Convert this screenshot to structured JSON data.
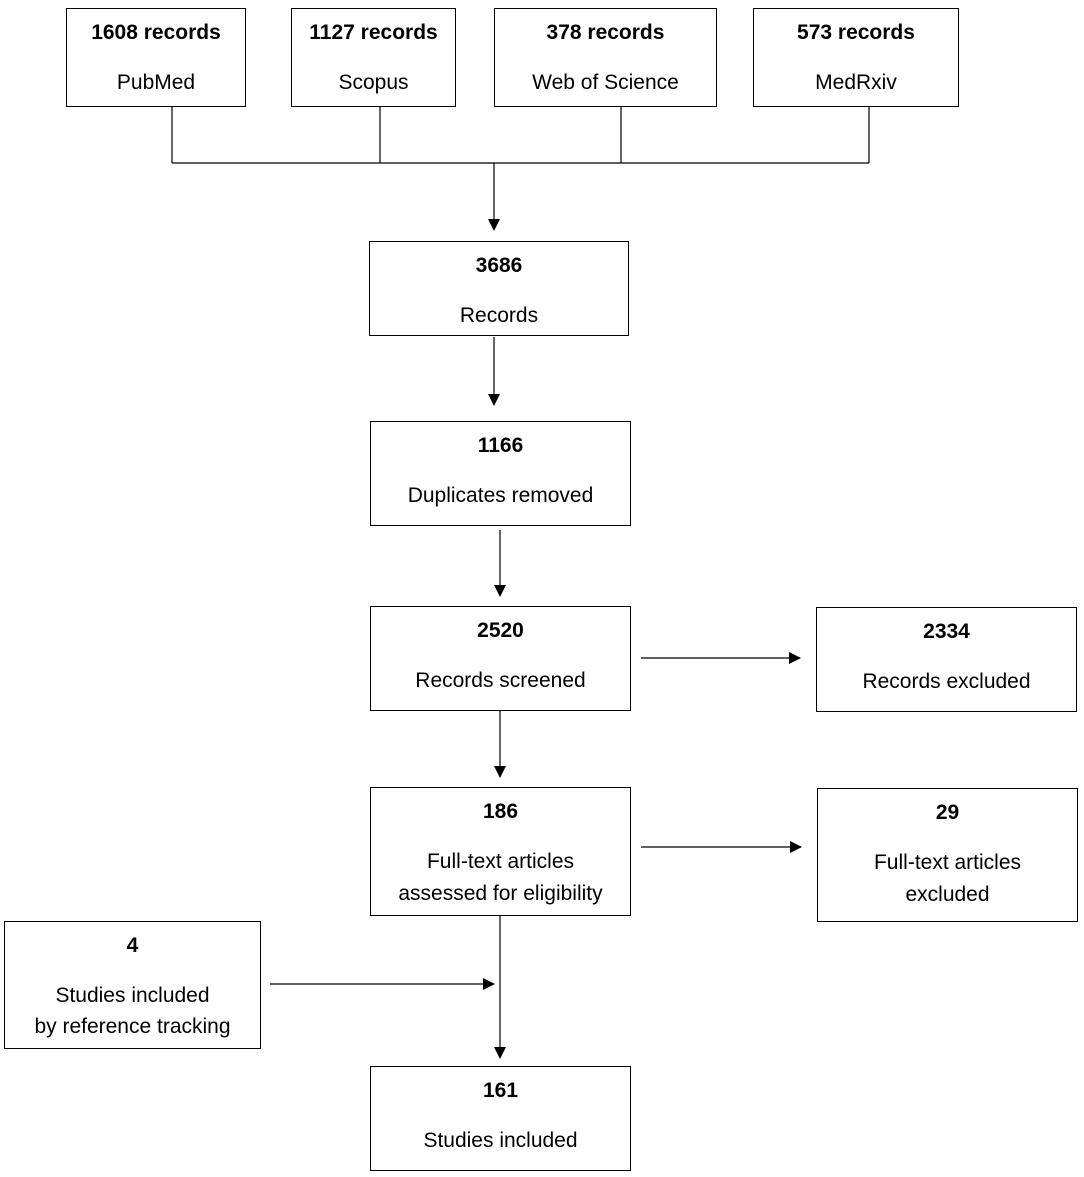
{
  "sources": [
    {
      "count": "1608 records",
      "name": "PubMed"
    },
    {
      "count": "1127 records",
      "name": "Scopus"
    },
    {
      "count": "378 records",
      "name": "Web of Science"
    },
    {
      "count": "573 records",
      "name": "MedRxiv"
    }
  ],
  "records": {
    "count": "3686",
    "label": "Records"
  },
  "duplicates": {
    "count": "1166",
    "label": "Duplicates removed"
  },
  "screened": {
    "count": "2520",
    "label": "Records screened"
  },
  "excluded": {
    "count": "2334",
    "label": "Records excluded"
  },
  "fulltext": {
    "count": "186",
    "line1": "Full-text articles",
    "line2": "assessed for eligibility"
  },
  "fulltext_excluded": {
    "count": "29",
    "line1": "Full-text articles",
    "line2": "excluded"
  },
  "reference": {
    "count": "4",
    "line1": "Studies included",
    "line2": "by reference tracking"
  },
  "included": {
    "count": "161",
    "label": "Studies included"
  }
}
